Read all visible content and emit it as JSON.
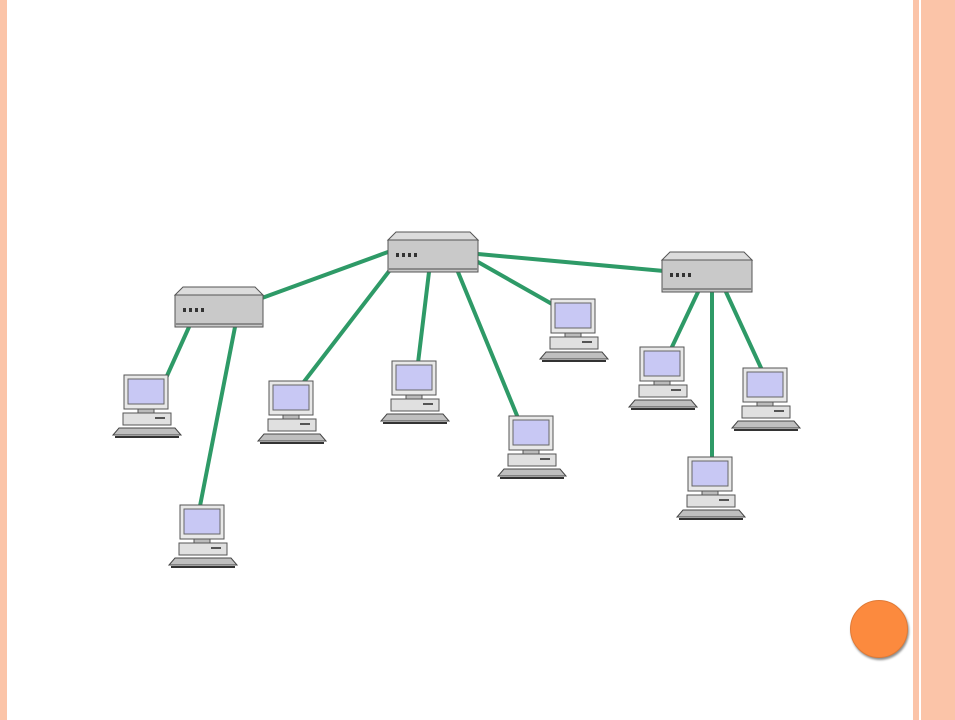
{
  "theme": {
    "border_color": "#fbc4a8",
    "accent_color": "#fc8a3e",
    "link_color": "#2e9a67",
    "device_color": "#c9c9c9",
    "screen_color": "#c8c8f4"
  },
  "diagram": {
    "type": "network-topology",
    "hubs": [
      {
        "id": "hub-left",
        "icon": "network-switch-icon"
      },
      {
        "id": "hub-center",
        "icon": "network-switch-icon"
      },
      {
        "id": "hub-right",
        "icon": "network-switch-icon"
      }
    ],
    "computers": [
      {
        "id": "pc-1",
        "icon": "desktop-computer-icon"
      },
      {
        "id": "pc-2",
        "icon": "desktop-computer-icon"
      },
      {
        "id": "pc-3",
        "icon": "desktop-computer-icon"
      },
      {
        "id": "pc-4",
        "icon": "desktop-computer-icon"
      },
      {
        "id": "pc-5",
        "icon": "desktop-computer-icon"
      },
      {
        "id": "pc-6",
        "icon": "desktop-computer-icon"
      },
      {
        "id": "pc-7",
        "icon": "desktop-computer-icon"
      },
      {
        "id": "pc-8",
        "icon": "desktop-computer-icon"
      },
      {
        "id": "pc-9",
        "icon": "desktop-computer-icon"
      }
    ],
    "links": [
      [
        "hub-center",
        "hub-left"
      ],
      [
        "hub-center",
        "hub-right"
      ],
      [
        "hub-left",
        "pc-1"
      ],
      [
        "hub-left",
        "pc-2"
      ],
      [
        "hub-center",
        "pc-3"
      ],
      [
        "hub-center",
        "pc-4"
      ],
      [
        "hub-center",
        "pc-5"
      ],
      [
        "hub-center",
        "pc-6"
      ],
      [
        "hub-right",
        "pc-7"
      ],
      [
        "hub-right",
        "pc-8"
      ],
      [
        "hub-right",
        "pc-9"
      ]
    ]
  },
  "nav": {
    "icon": "orange-circle-icon"
  }
}
